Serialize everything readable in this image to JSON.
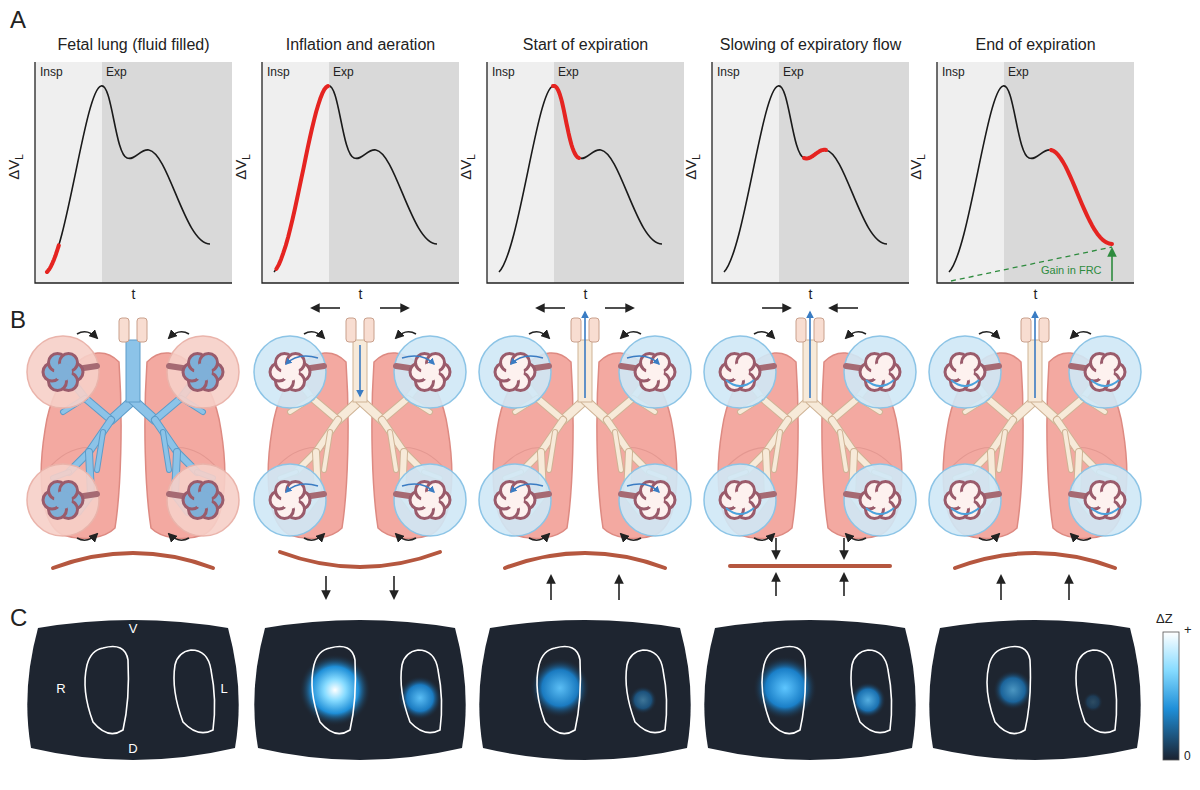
{
  "diagram": {
    "labels": [
      "A",
      "Fetal lung (fluid filled)",
      "Insp",
      "Exp",
      "ΔV",
      "L",
      "t",
      "Inflation and aeration",
      "Insp",
      "Exp",
      "ΔV",
      "L",
      "t",
      "Start of expiration",
      "Insp",
      "Exp",
      "ΔV",
      "L",
      "t",
      "Slowing of expiratory flow",
      "Insp",
      "Exp",
      "ΔV",
      "L",
      "t",
      "End of expiration",
      "Insp",
      "Exp",
      "ΔV",
      "L",
      "t",
      "Gain in FRC",
      "B",
      "C",
      "V",
      "R",
      "L",
      "D",
      "ΔZ",
      "+",
      "0"
    ]
  }
}
